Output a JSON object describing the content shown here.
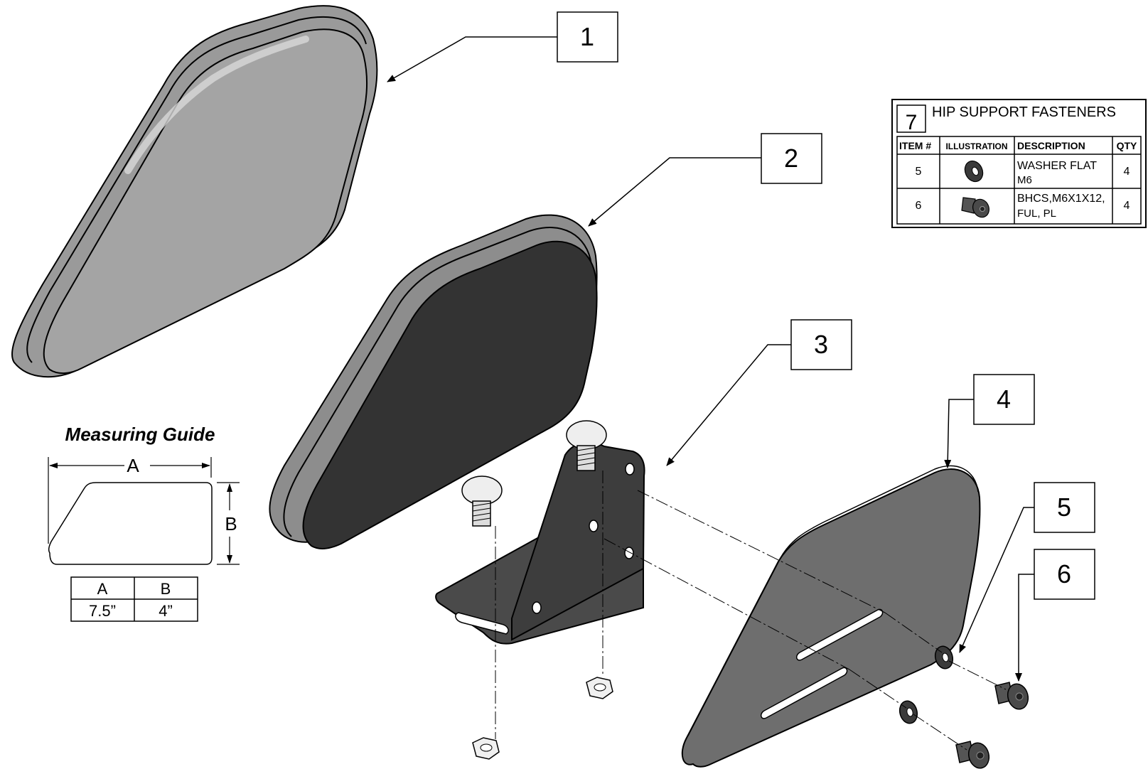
{
  "callouts": [
    "1",
    "2",
    "3",
    "4",
    "5",
    "6"
  ],
  "fastener_table": {
    "item_number": "7",
    "title": "HIP SUPPORT FASTENERS",
    "headers": [
      "ITEM #",
      "ILLUSTRATION",
      "DESCRIPTION",
      "QTY"
    ],
    "rows": [
      {
        "item": "5",
        "illustration": "washer-icon",
        "description_line1": "WASHER FLAT",
        "description_line2": "M6",
        "qty": "4"
      },
      {
        "item": "6",
        "illustration": "button-head-screw-icon",
        "description_line1": "BHCS,M6X1X12,",
        "description_line2": "FUL, PL",
        "qty": "4"
      }
    ]
  },
  "measuring_guide": {
    "title": "Measuring Guide",
    "dim_a_label": "A",
    "dim_b_label": "B",
    "table_headers": [
      "A",
      "B"
    ],
    "table_values": [
      "7.5”",
      "4”"
    ]
  },
  "colors": {
    "cover_gray": "#999999",
    "pad_black": "#333333",
    "bracket_dark": "#3d3d3d",
    "plate_gray": "#6e6e6e",
    "hardware_light": "#e6e6e6"
  }
}
